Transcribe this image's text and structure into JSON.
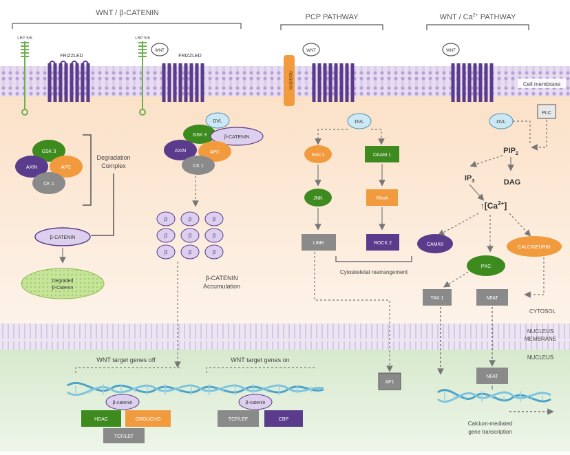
{
  "headers": {
    "wnt_beta": "WNT / β-CATENIN",
    "pcp": "PCP PATHWAY",
    "wnt_ca_prefix": "WNT / Ca",
    "wnt_ca_sup": "2+",
    "wnt_ca_suffix": " PATHWAY"
  },
  "regions": {
    "cell_membrane": "Cell membrane",
    "cytosol": "CYTOSOL",
    "nucleus_membrane_line1": "NUCLEUS",
    "nucleus_membrane_line2": "MEMBRANE",
    "nucleus": "NUCLEUS"
  },
  "membrane": {
    "lrp_left": "LRP 5/6",
    "lrp_right": "LRP 5/6",
    "frizzled_left": "FRIZZLED",
    "frizzled_right": "FRIZZLED",
    "wnt_canonical": "WNT",
    "wnt_pcp": "WNT",
    "wnt_ca": "WNT",
    "ror": "ROR/RYK"
  },
  "canonical_off": {
    "gsk": "GSK 3",
    "axin": "AXIN",
    "apc": "APC",
    "ck": "CK 1",
    "complex_line1": "Degradation",
    "complex_line2": "Complex",
    "beta_catenin": "β-CATENIN",
    "degraded_line1": "Degraded",
    "degraded_line2": "β-Catenin"
  },
  "canonical_on": {
    "dvl": "DVL",
    "gsk": "GSK 3",
    "beta_catenin": "β-CATENIN",
    "axin": "AXIN",
    "apc": "APC",
    "ck": "CK 1",
    "beta_symbol": "β",
    "accum_line1": "β-CATENIN",
    "accum_line2": "Accumulation"
  },
  "pcp_path": {
    "dvl": "DVL",
    "rac": "RAC1",
    "daam": "DAAM 1",
    "jnk": "JNK",
    "rhoa": "RhoA",
    "limk": "LIMK",
    "rock": "ROCK 2",
    "cyto": "Cytoskeletal rearrangement",
    "ap1": "AP1"
  },
  "ca_path": {
    "dvl": "DVL",
    "plc": "PLC",
    "pip": "PIP",
    "pip_sub": "2",
    "ip": "IP",
    "ip_sub": "3",
    "dag": "DAG",
    "ca_prefix": "↑[Ca",
    "ca_sup": "2+",
    "ca_suffix": "]",
    "camkii": "CAMKII",
    "pkc": "PKC",
    "calcineurin": "CALCINEURIN",
    "tak": "TAK 1",
    "nfat": "NFAT",
    "nfat_nuc": "NFAT",
    "calcium_line1": "Calcium-mediated",
    "calcium_line2": "gene transcription"
  },
  "nucleus_content": {
    "off_label": "WNT target genes off",
    "on_label": "WNT target genes on",
    "bcat_off": "β-catenin",
    "bcat_on": "β-catenin",
    "hdac": "HDAC",
    "groucho": "GROUCHO",
    "tcf_off": "TCF/LEF",
    "tcf_on": "TCF/LEF",
    "cbp": "CBP"
  },
  "colors": {
    "purple_dark": "#5a3b8c",
    "purple_light": "#ddd0ee",
    "green_dark": "#3d8a1e",
    "orange": "#f29a3e",
    "gray": "#8a8a8a",
    "blue_light": "#cce8f4",
    "cytosol": "#fbe6d2",
    "nucleus": "#e2efdb"
  }
}
